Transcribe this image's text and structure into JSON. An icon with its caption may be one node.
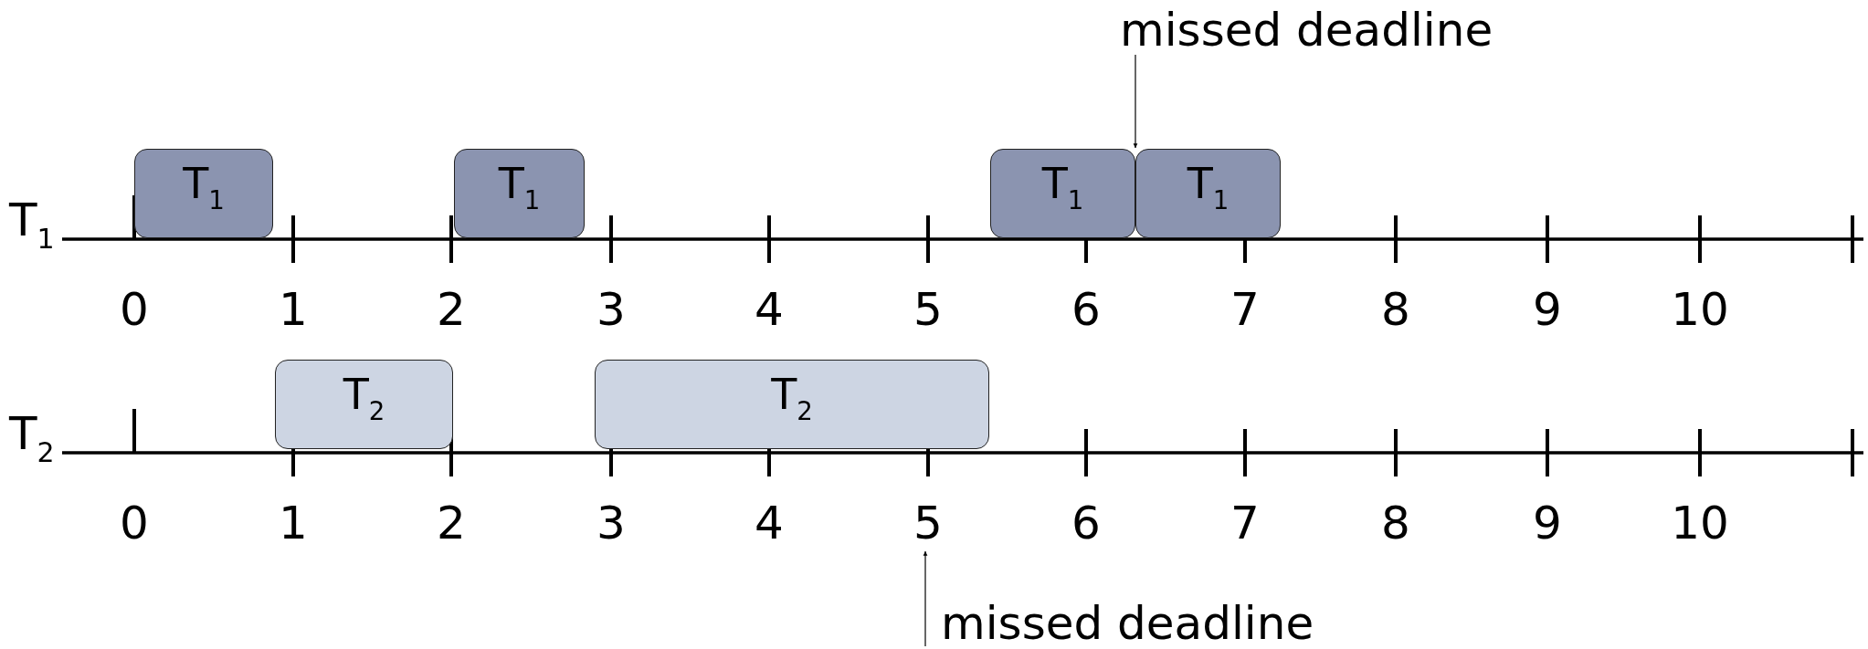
{
  "diagram": {
    "nodes": [
      {
        "text": [
          "T$_{1}$"
        ]
      },
      {
        "text": [
          "T$_{1}$"
        ]
      },
      {
        "text": [
          "T$_{1}$"
        ]
      },
      {
        "text": [
          "T$_{1}$"
        ]
      },
      {
        "text": [
          "T$_{2}$"
        ]
      },
      {
        "text": [
          "T$_{2}$"
        ]
      },
      {
        "text": [
          "missed deadline"
        ]
      },
      {
        "text": [
          "missed deadline"
        ]
      },
      {
        "text": [
          "5"
        ]
      }
    ],
    "edges": [
      {
        "from": 6,
        "to": 2,
        "arrow": "to"
      },
      {
        "from": 7,
        "to": 8,
        "arrow": "to"
      }
    ],
    "labels": [
      "T$_{1}$",
      "0",
      "1",
      "2",
      "3",
      "4",
      "5",
      "6",
      "7",
      "8",
      "9",
      "10",
      "T$_{2}$",
      "0",
      "1",
      "2",
      "3",
      "4",
      "6",
      "7",
      "8",
      "9",
      "10"
    ]
  }
}
